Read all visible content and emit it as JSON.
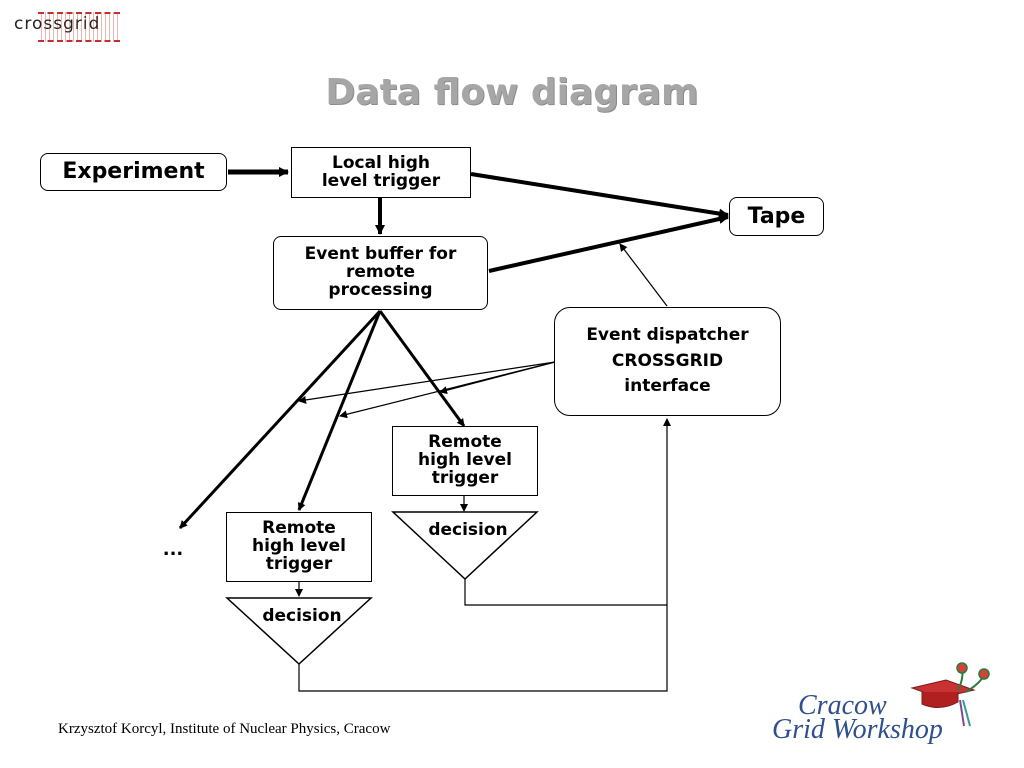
{
  "header": {
    "logo_text": "crossgrid",
    "title": "Data flow diagram"
  },
  "diagram": {
    "experiment": "Experiment",
    "local_trigger": "Local high\nlevel trigger",
    "tape": "Tape",
    "event_buffer": "Event buffer for\nremote\nprocessing",
    "dispatcher_line1": "Event dispatcher",
    "dispatcher_line2": "CROSSGRID",
    "dispatcher_line3": "interface",
    "remote_trigger_1": "Remote\nhigh level\ntrigger",
    "remote_trigger_2": "Remote\nhigh level\ntrigger",
    "decision_1": "decision",
    "decision_2": "decision",
    "ellipsis": "..."
  },
  "footer": {
    "author": "Krzysztof Korcyl, Institute of Nuclear Physics, Cracow",
    "workshop_line1": "Cracow",
    "workshop_line2": "Grid Workshop"
  },
  "colors": {
    "title_gray": "#a6a6a6",
    "logo_blue": "#2f4f8f",
    "logo_red": "#c03030"
  }
}
